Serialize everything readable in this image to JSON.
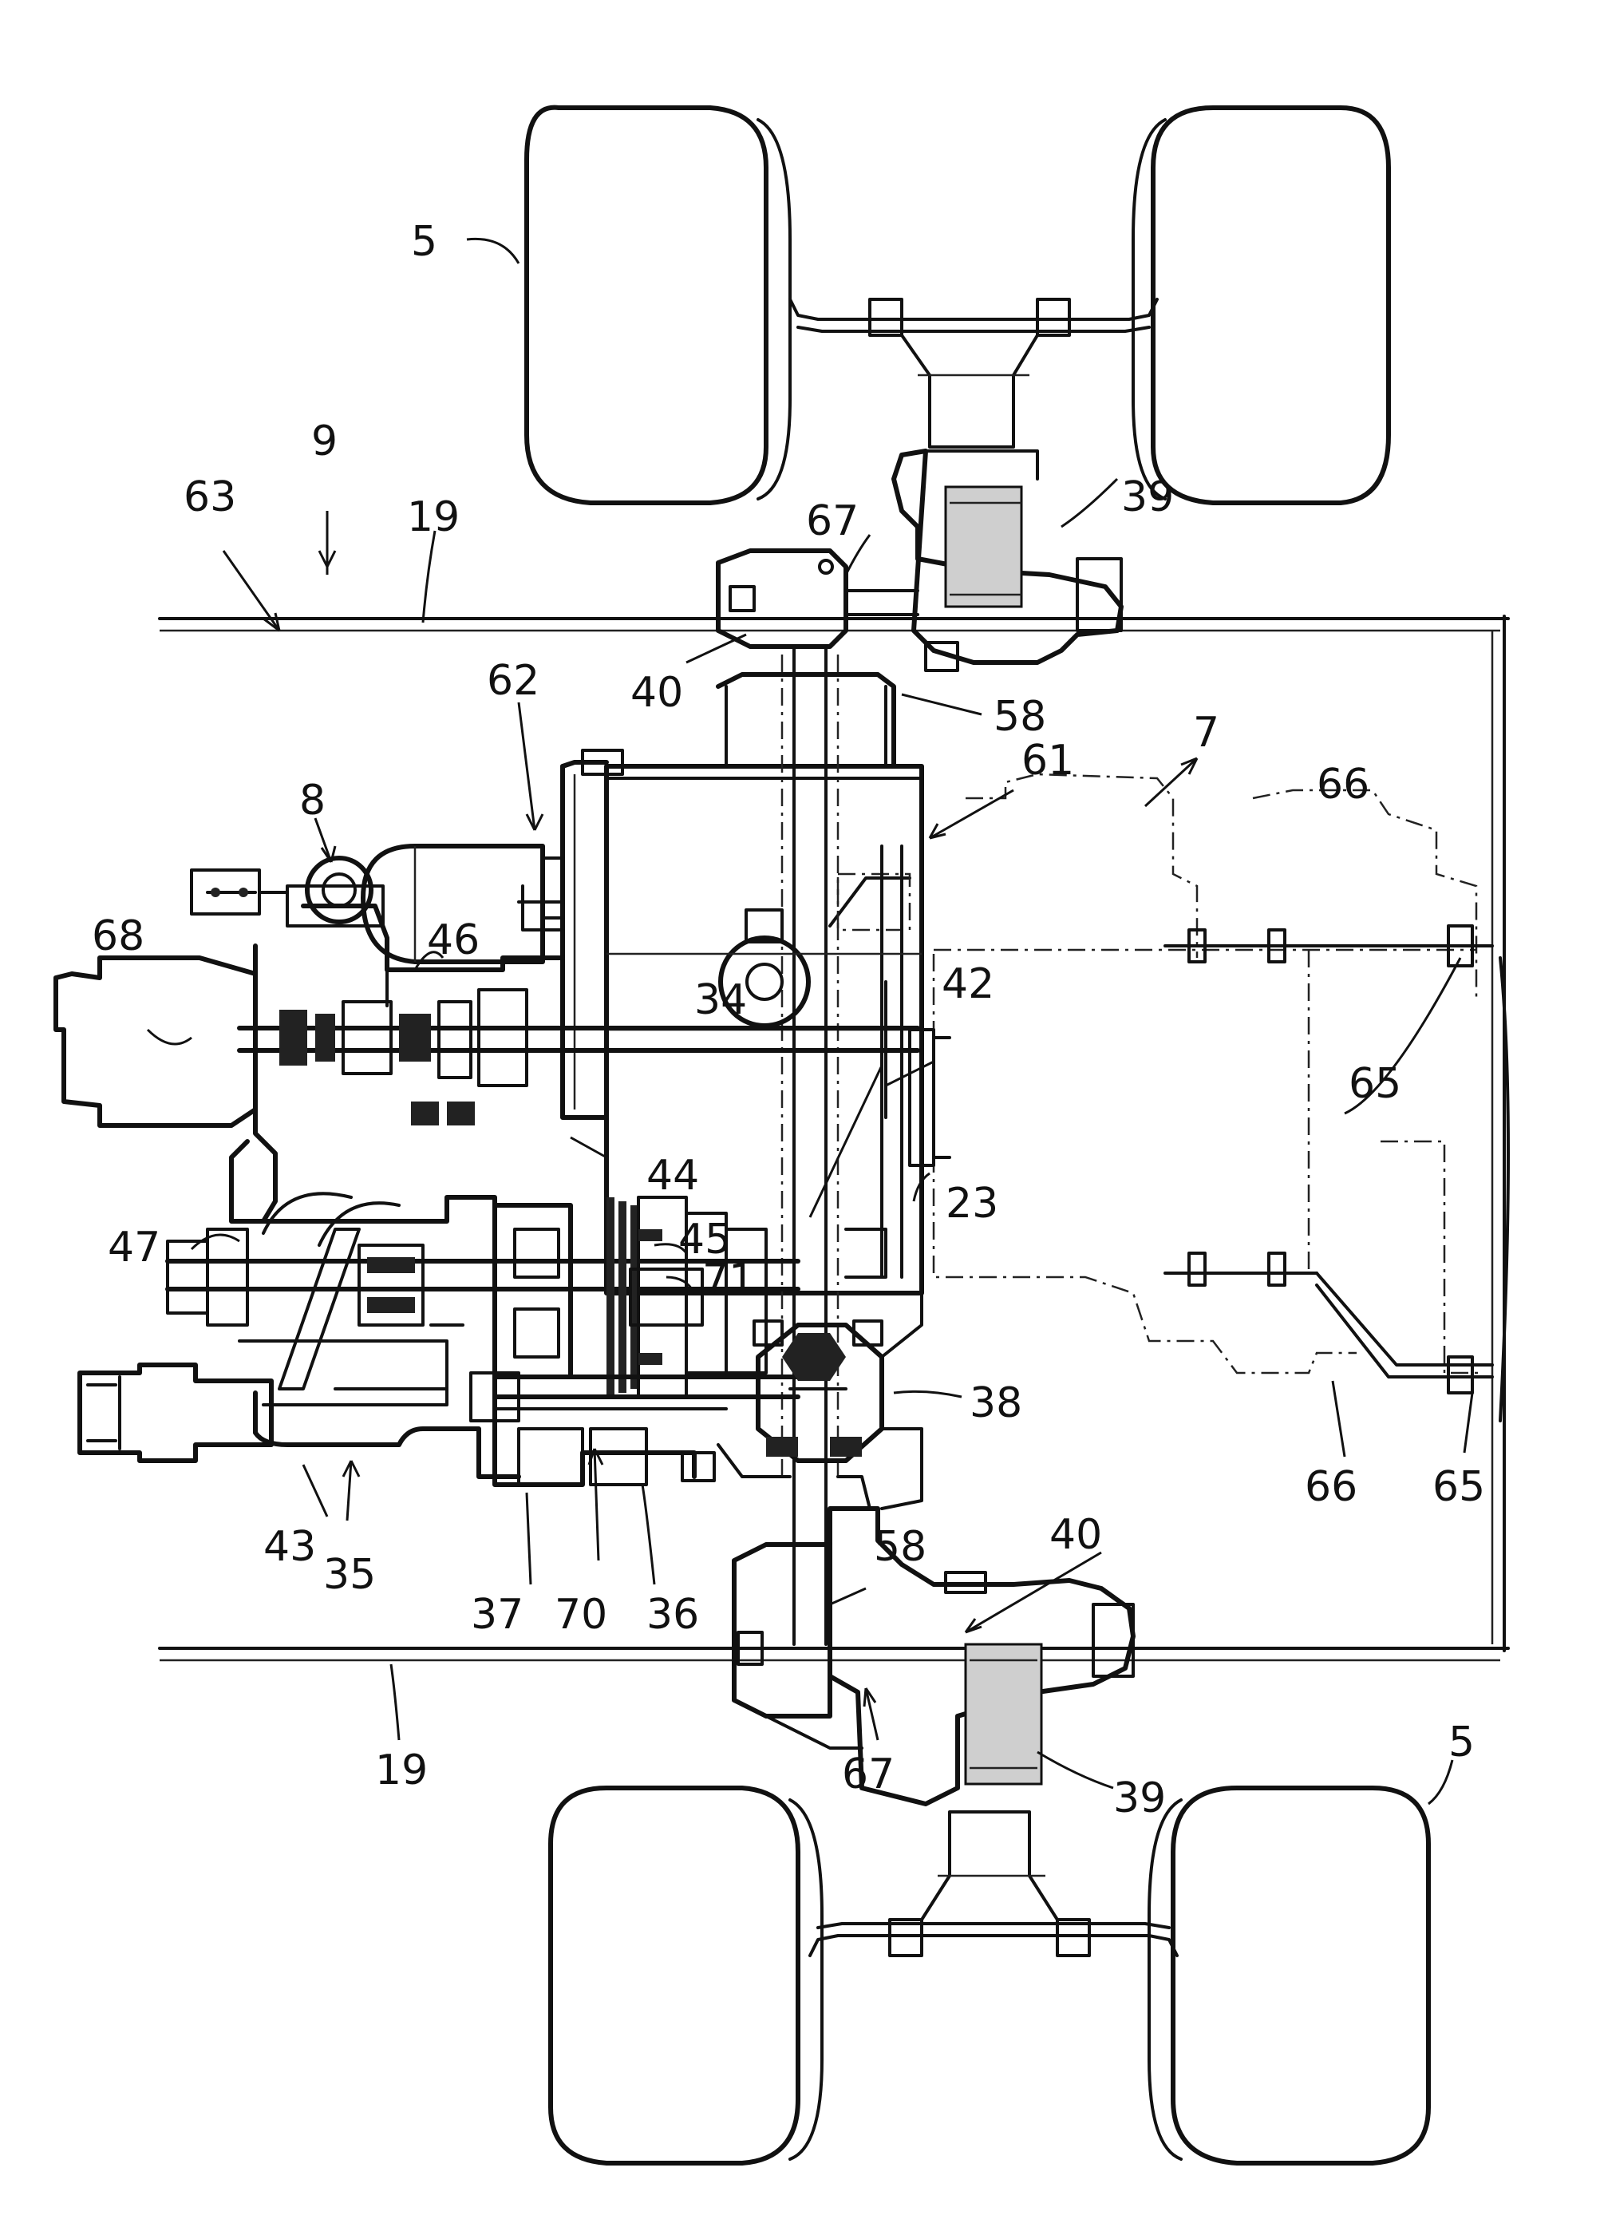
{
  "labels": {
    "l_5_top": "5",
    "l_9": "9",
    "l_63": "63",
    "l_19_top": "19",
    "l_67_top": "67",
    "l_39_top": "39",
    "l_40_top": "40",
    "l_58_top": "58",
    "l_62": "62",
    "l_61": "61",
    "l_7": "7",
    "l_66_top": "66",
    "l_8": "8",
    "l_46": "46",
    "l_68": "68",
    "l_42": "42",
    "l_65_top": "65",
    "l_34": "34",
    "l_44": "44",
    "l_23": "23",
    "l_47": "47",
    "l_45": "45",
    "l_71": "71",
    "l_38": "38",
    "l_66_bottom": "66",
    "l_65_bottom": "65",
    "l_43": "43",
    "l_35": "35",
    "l_58_bottom": "58",
    "l_40_bottom": "40",
    "l_37": "37",
    "l_70": "70",
    "l_36": "36",
    "l_19_bottom": "19",
    "l_67_bottom": "67",
    "l_39_bottom": "39",
    "l_5_bottom": "5"
  }
}
